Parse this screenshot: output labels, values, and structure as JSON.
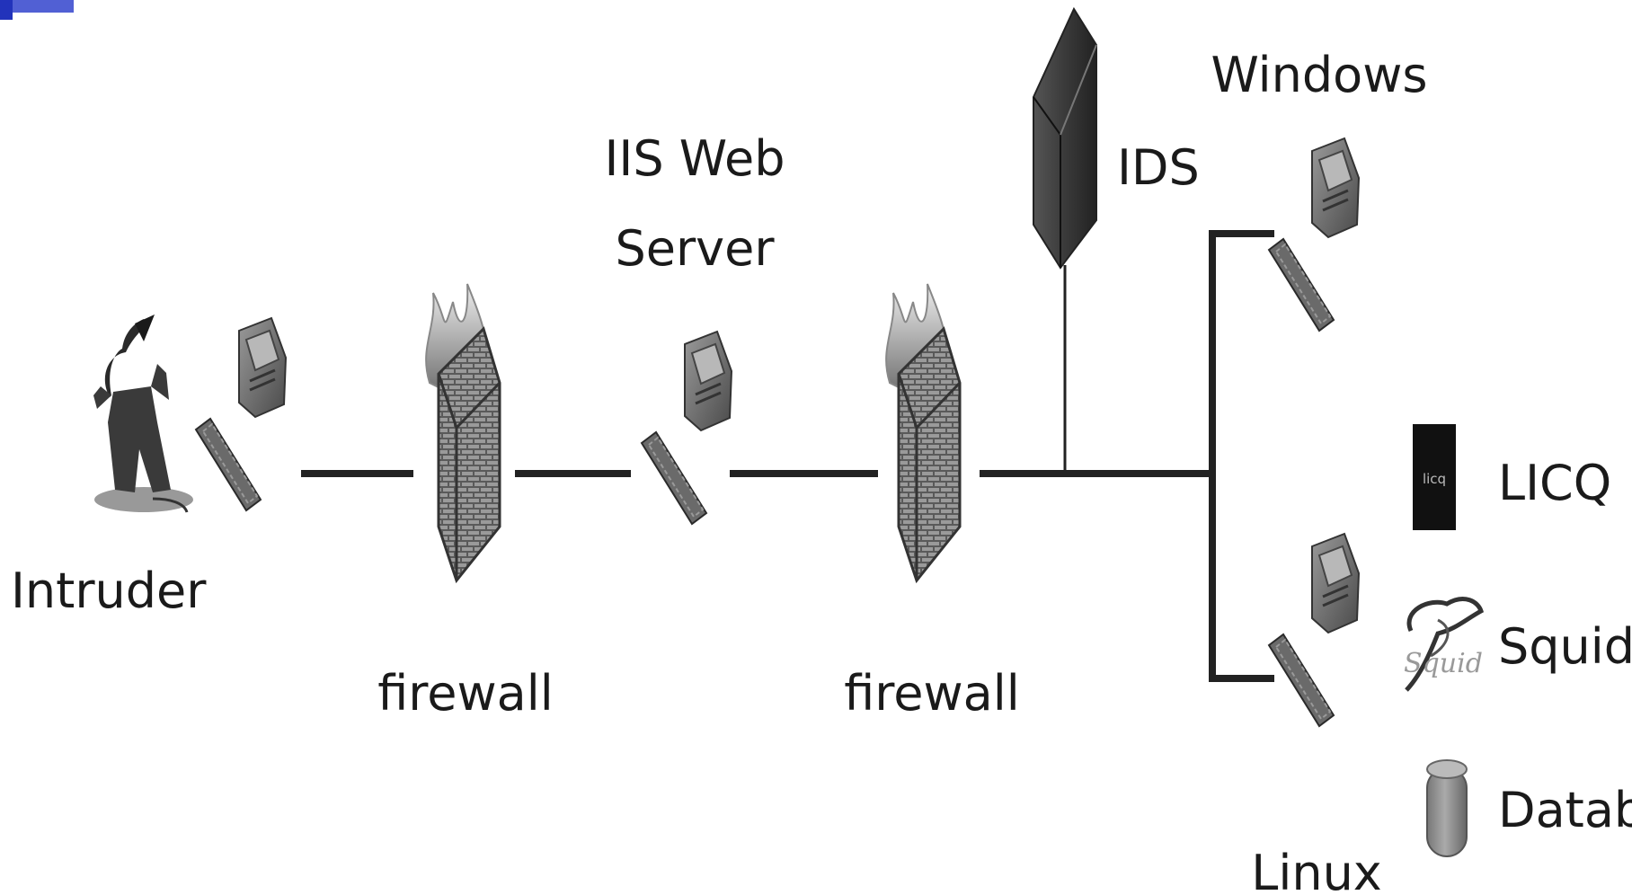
{
  "nodes": {
    "intruder": {
      "label": "Intruder"
    },
    "firewall_1": {
      "label": "firewall"
    },
    "web_server": {
      "label_line1": "IIS Web",
      "label_line2": "Server"
    },
    "firewall_2": {
      "label": "firewall"
    },
    "ids": {
      "label": "IDS"
    },
    "windows": {
      "label": "Windows"
    },
    "linux": {
      "label": "Linux"
    }
  },
  "legend": {
    "licq": {
      "label": "LICQ",
      "icon_text": "licq"
    },
    "squid": {
      "label": "Squid",
      "icon_text": "Squid"
    },
    "database": {
      "label": "Database"
    }
  },
  "colors": {
    "line": "#222222",
    "device": "#6e6e6e",
    "accent": "#3344cc"
  }
}
